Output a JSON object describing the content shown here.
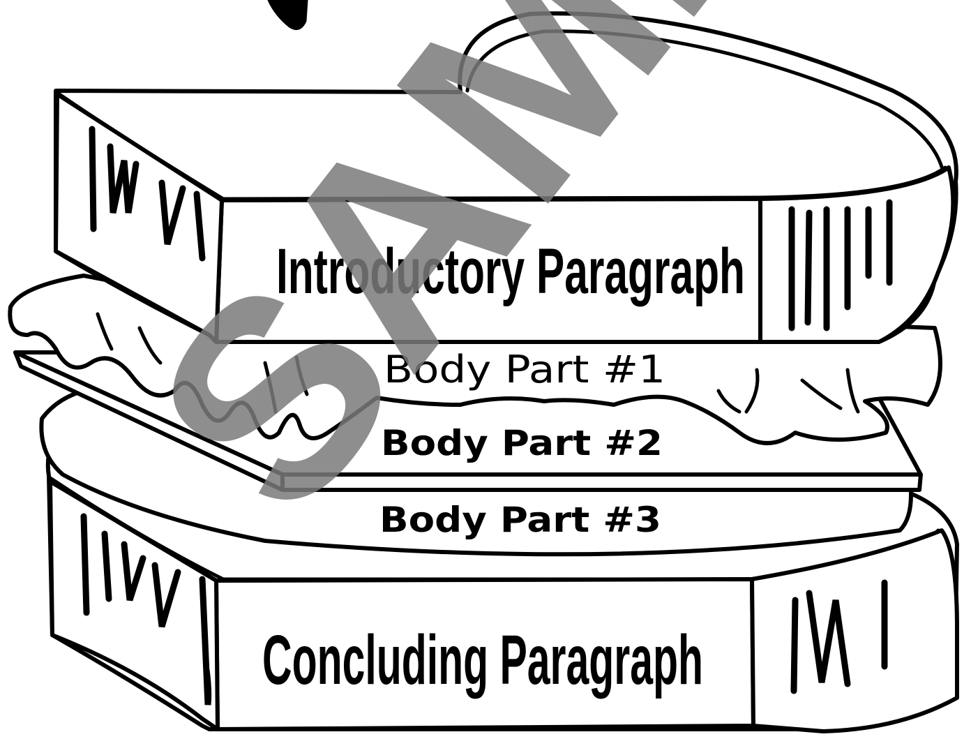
{
  "layers": {
    "top_bread": "Introductory Paragraph",
    "body_1": "Body Part #1",
    "body_2": "Body Part #2",
    "body_3": "Body Part #3",
    "bottom_bread": "Concluding Paragraph"
  },
  "watermark": "SAMPLE",
  "colors": {
    "line": "#000000",
    "fill": "#ffffff",
    "watermark": "#7a7a7a"
  }
}
